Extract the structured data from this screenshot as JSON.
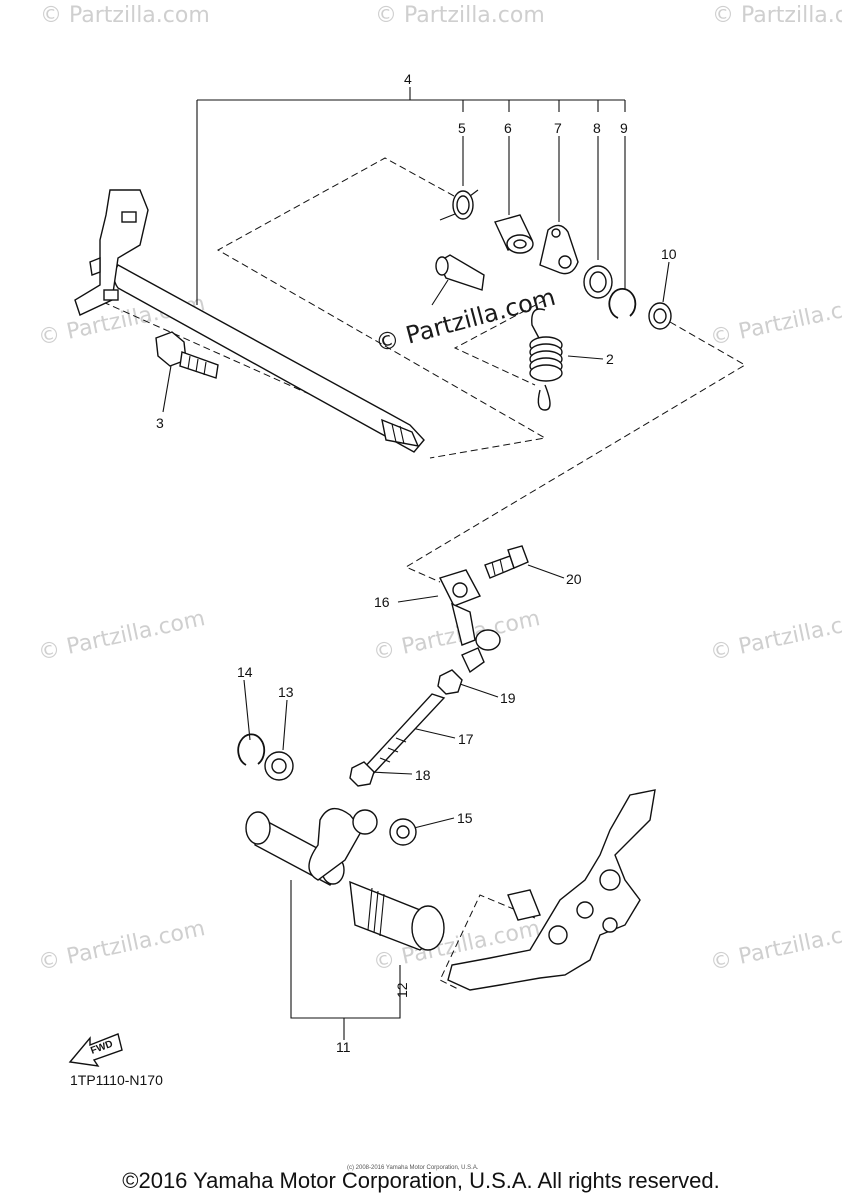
{
  "watermark_text": "© Partzilla.com",
  "callouts": {
    "c2": "2",
    "c3": "3",
    "c4": "4",
    "c5": "5",
    "c6": "6",
    "c7": "7",
    "c8": "8",
    "c9": "9",
    "c10": "10",
    "c11": "11",
    "c12": "12",
    "c13": "13",
    "c14": "14",
    "c15": "15",
    "c16": "16",
    "c17": "17",
    "c18": "18",
    "c19": "19",
    "c20": "20"
  },
  "fwd_label": "FWD",
  "diagram_code": "1TP1110-N170",
  "small_copyright": "(c) 2008-2016 Yamaha Motor Corporation, U.S.A.",
  "copyright": "©2016 Yamaha Motor Corporation, U.S.A. All rights reserved."
}
